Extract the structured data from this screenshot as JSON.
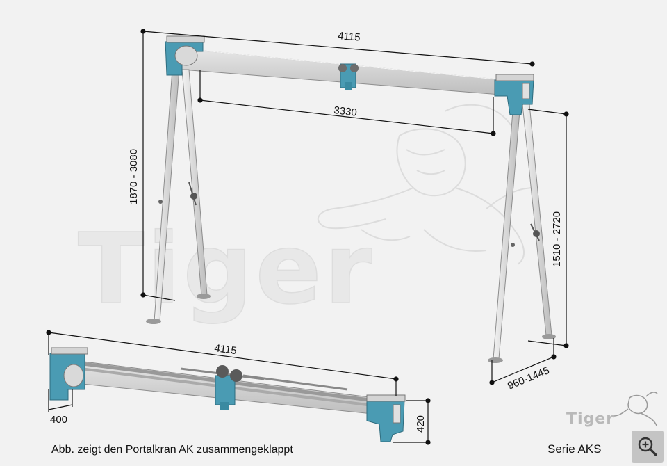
{
  "watermark": {
    "text": "Tiger"
  },
  "dimensions": {
    "top_span": "4115",
    "inner_span": "3330",
    "left_height": "1870 - 3080",
    "right_height": "1510 - 2720",
    "leg_spread": "960-1445",
    "folded_length": "4115",
    "folded_width": "400",
    "folded_height": "420"
  },
  "caption": "Abb. zeigt den Portalkran AK zusammengeklappt",
  "series_label": "Serie AKS",
  "logo_small": "Tiger",
  "zoom_button": {
    "icon": "zoom-in-icon"
  },
  "colors": {
    "frame_blue": "#4a9bb3",
    "beam_grey": "#cfcfcf",
    "leg_grey": "#d9d9d9",
    "watermark": "#e4e4e4"
  }
}
